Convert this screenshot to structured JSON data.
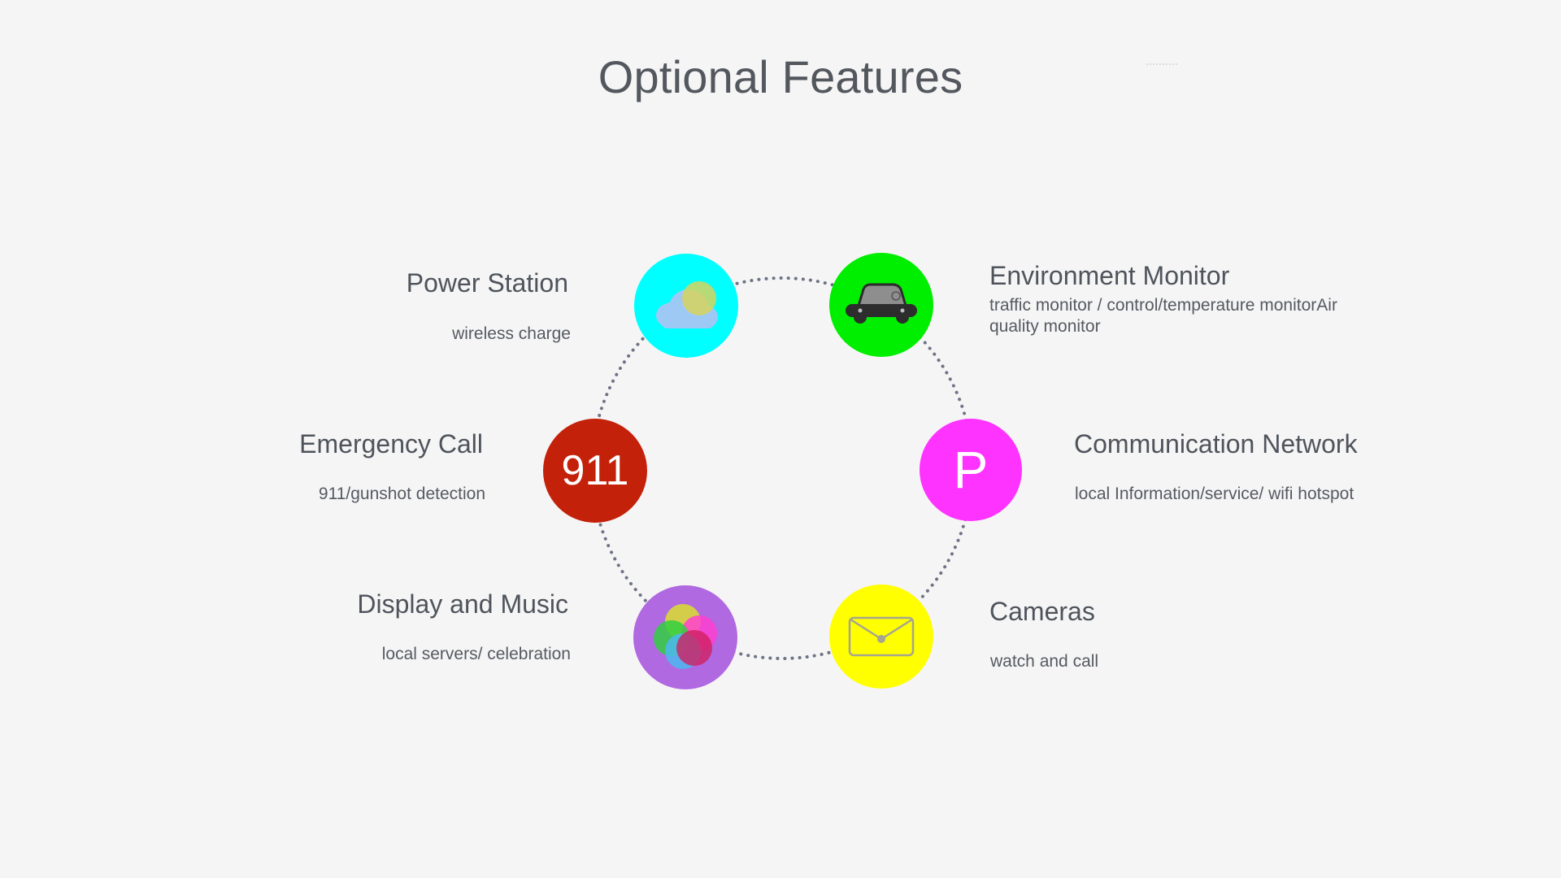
{
  "title": "Optional Features",
  "colors": {
    "background": "#f5f5f5",
    "text": "#53575e",
    "ring": "#6f7385",
    "power": "#00ffff",
    "environment": "#00ee00",
    "emergency": "#c4210a",
    "communication": "#ff33ff",
    "display": "#b069e0",
    "cameras": "#ffff00"
  },
  "features": {
    "power_station": {
      "label": "Power Station",
      "description": "wireless charge",
      "icon": "cloud-icon"
    },
    "environment_monitor": {
      "label": "Environment Monitor",
      "description": "traffic monitor / control/temperature monitorAir quality monitor",
      "icon": "car-icon"
    },
    "emergency_call": {
      "label": "Emergency Call",
      "description": "911/gunshot detection",
      "icon_text": "911"
    },
    "communication_network": {
      "label": "Communication Network",
      "description": "local Information/service/ wifi hotspot",
      "icon_text": "P"
    },
    "display_music": {
      "label": "Display and Music",
      "description": "local servers/ celebration",
      "icon": "color-circles-icon"
    },
    "cameras": {
      "label": "Cameras",
      "description": "watch and call",
      "icon": "envelope-icon"
    }
  }
}
